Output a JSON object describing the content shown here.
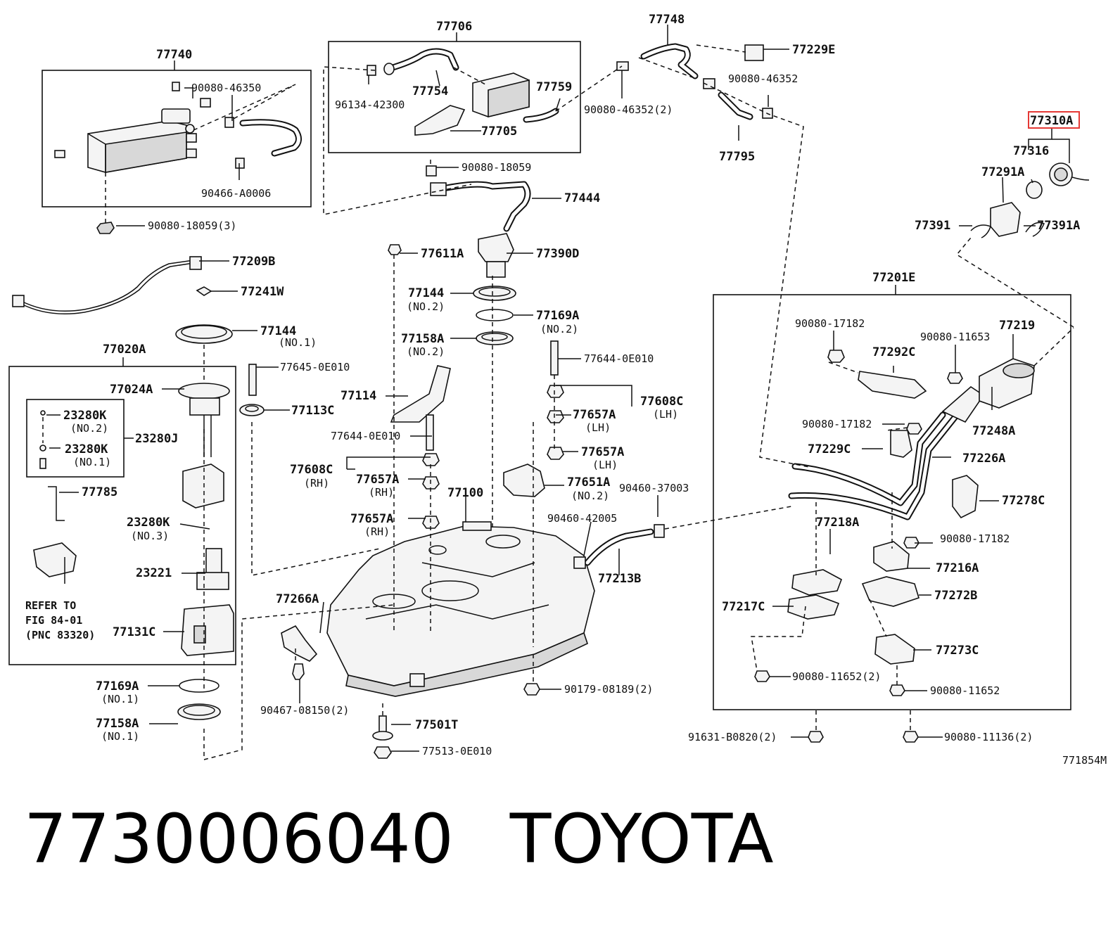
{
  "diagram": {
    "labels": [
      {
        "id": "77706",
        "text": "77706"
      },
      {
        "id": "77748",
        "text": "77748"
      },
      {
        "id": "77740",
        "text": "77740"
      },
      {
        "id": "77229E",
        "text": "77229E"
      },
      {
        "id": "90080-46350",
        "text": "90080-46350"
      },
      {
        "id": "96134-42300",
        "text": "96134-42300"
      },
      {
        "id": "77754",
        "text": "77754"
      },
      {
        "id": "77759",
        "text": "77759"
      },
      {
        "id": "77705",
        "text": "77705"
      },
      {
        "id": "90080-46352",
        "text": "90080-46352"
      },
      {
        "id": "90080-46352-2",
        "text": "90080-46352(2)"
      },
      {
        "id": "77795",
        "text": "77795"
      },
      {
        "id": "77310A",
        "text": "77310A"
      },
      {
        "id": "77316",
        "text": "77316"
      },
      {
        "id": "77291A",
        "text": "77291A"
      },
      {
        "id": "77391",
        "text": "77391"
      },
      {
        "id": "77391A",
        "text": "77391A"
      },
      {
        "id": "90466-A0006",
        "text": "90466-A0006"
      },
      {
        "id": "90080-18059",
        "text": "90080-18059"
      },
      {
        "id": "77444",
        "text": "77444"
      },
      {
        "id": "90080-18059-3",
        "text": "90080-18059(3)"
      },
      {
        "id": "77209B",
        "text": "77209B"
      },
      {
        "id": "77611A",
        "text": "77611A"
      },
      {
        "id": "77390D",
        "text": "77390D"
      },
      {
        "id": "77241W",
        "text": "77241W"
      },
      {
        "id": "77201E",
        "text": "77201E"
      },
      {
        "id": "77144-no2",
        "text": "77144"
      },
      {
        "id": "77169A-no2",
        "text": "77169A"
      },
      {
        "id": "77144-no1",
        "text": "77144"
      },
      {
        "id": "77158A-no2",
        "text": "77158A"
      },
      {
        "id": "90080-17182-a",
        "text": "90080-17182"
      },
      {
        "id": "77219",
        "text": "77219"
      },
      {
        "id": "90080-11653",
        "text": "90080-11653"
      },
      {
        "id": "77292C",
        "text": "77292C"
      },
      {
        "id": "77020A",
        "text": "77020A"
      },
      {
        "id": "77645-0E010",
        "text": "77645-0E010"
      },
      {
        "id": "77644-0E010-a",
        "text": "77644-0E010"
      },
      {
        "id": "77024A",
        "text": "77024A"
      },
      {
        "id": "77114",
        "text": "77114"
      },
      {
        "id": "77608C-lh",
        "text": "77608C"
      },
      {
        "id": "77113C",
        "text": "77113C"
      },
      {
        "id": "77657A-lh1",
        "text": "77657A"
      },
      {
        "id": "23280K-no2",
        "text": "23280K"
      },
      {
        "id": "23280J",
        "text": "23280J"
      },
      {
        "id": "90080-17182-b",
        "text": "90080-17182"
      },
      {
        "id": "77248A",
        "text": "77248A"
      },
      {
        "id": "77644-0E010-b",
        "text": "77644-0E010"
      },
      {
        "id": "23280K-no1",
        "text": "23280K"
      },
      {
        "id": "77657A-lh2",
        "text": "77657A"
      },
      {
        "id": "77229C",
        "text": "77229C"
      },
      {
        "id": "77226A",
        "text": "77226A"
      },
      {
        "id": "77608C-rh",
        "text": "77608C"
      },
      {
        "id": "77657A-rh1",
        "text": "77657A"
      },
      {
        "id": "77651A",
        "text": "77651A"
      },
      {
        "id": "77785",
        "text": "77785"
      },
      {
        "id": "77100",
        "text": "77100"
      },
      {
        "id": "90460-37003",
        "text": "90460-37003"
      },
      {
        "id": "77278C",
        "text": "77278C"
      },
      {
        "id": "90460-42005",
        "text": "90460-42005"
      },
      {
        "id": "77657A-rh2",
        "text": "77657A"
      },
      {
        "id": "23280K-no3",
        "text": "23280K"
      },
      {
        "id": "77218A",
        "text": "77218A"
      },
      {
        "id": "90080-17182-c",
        "text": "90080-17182"
      },
      {
        "id": "23221",
        "text": "23221"
      },
      {
        "id": "77216A",
        "text": "77216A"
      },
      {
        "id": "77213B",
        "text": "77213B"
      },
      {
        "id": "77266A",
        "text": "77266A"
      },
      {
        "id": "77272B",
        "text": "77272B"
      },
      {
        "id": "77217C",
        "text": "77217C"
      },
      {
        "id": "77131C",
        "text": "77131C"
      },
      {
        "id": "77273C",
        "text": "77273C"
      },
      {
        "id": "90080-11652-2",
        "text": "90080-11652(2)"
      },
      {
        "id": "77169A-no1",
        "text": "77169A"
      },
      {
        "id": "90179-08189",
        "text": "90179-08189(2)"
      },
      {
        "id": "90080-11652",
        "text": "90080-11652"
      },
      {
        "id": "77158A-no1",
        "text": "77158A"
      },
      {
        "id": "90467-08150",
        "text": "90467-08150(2)"
      },
      {
        "id": "77501T",
        "text": "77501T"
      },
      {
        "id": "91631-B0820",
        "text": "91631-B0820(2)"
      },
      {
        "id": "90080-11136",
        "text": "90080-11136(2)"
      },
      {
        "id": "77513-0E010",
        "text": "77513-0E010"
      },
      {
        "id": "771854M",
        "text": "771854M"
      }
    ],
    "qualifiers": {
      "no1": "(NO.1)",
      "no2": "(NO.2)",
      "no3": "(NO.3)",
      "lh": "(LH)",
      "rh": "(RH)"
    },
    "note": {
      "line1": "REFER TO",
      "line2": "FIG 84-01",
      "line3": "(PNC 83320)"
    },
    "highlighted_part": "77310A",
    "highlight_color": "#e53935"
  },
  "footer": {
    "part_number": "7730006040",
    "brand": "TOYOTA"
  }
}
